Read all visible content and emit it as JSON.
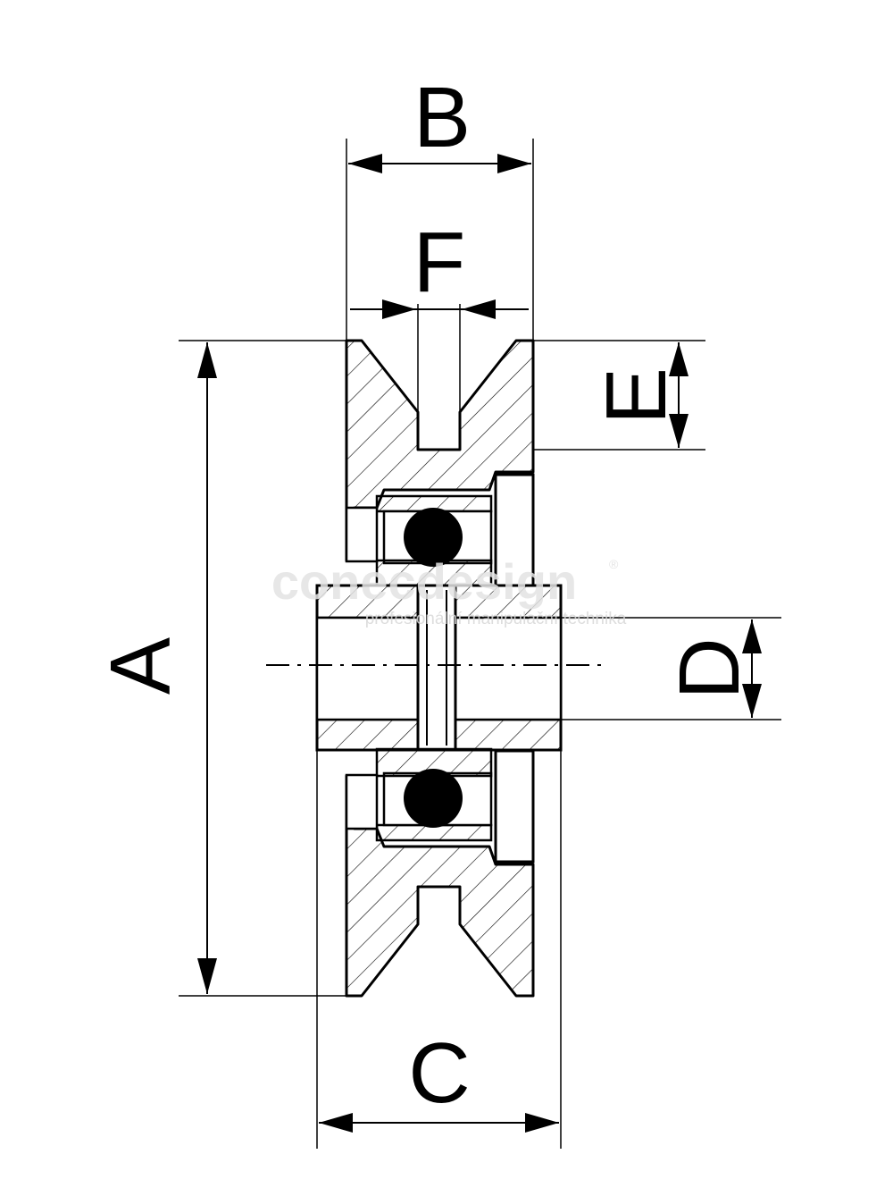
{
  "dimensions": {
    "A": "A",
    "B": "B",
    "C": "C",
    "D": "D",
    "E": "E",
    "F": "F"
  },
  "watermark": {
    "brand": "conecdesign",
    "registered": "®",
    "tagline": "profesionální manipulační technika"
  },
  "colors": {
    "stroke": "#000000",
    "background": "#ffffff",
    "watermark": "#e3e3e3"
  }
}
